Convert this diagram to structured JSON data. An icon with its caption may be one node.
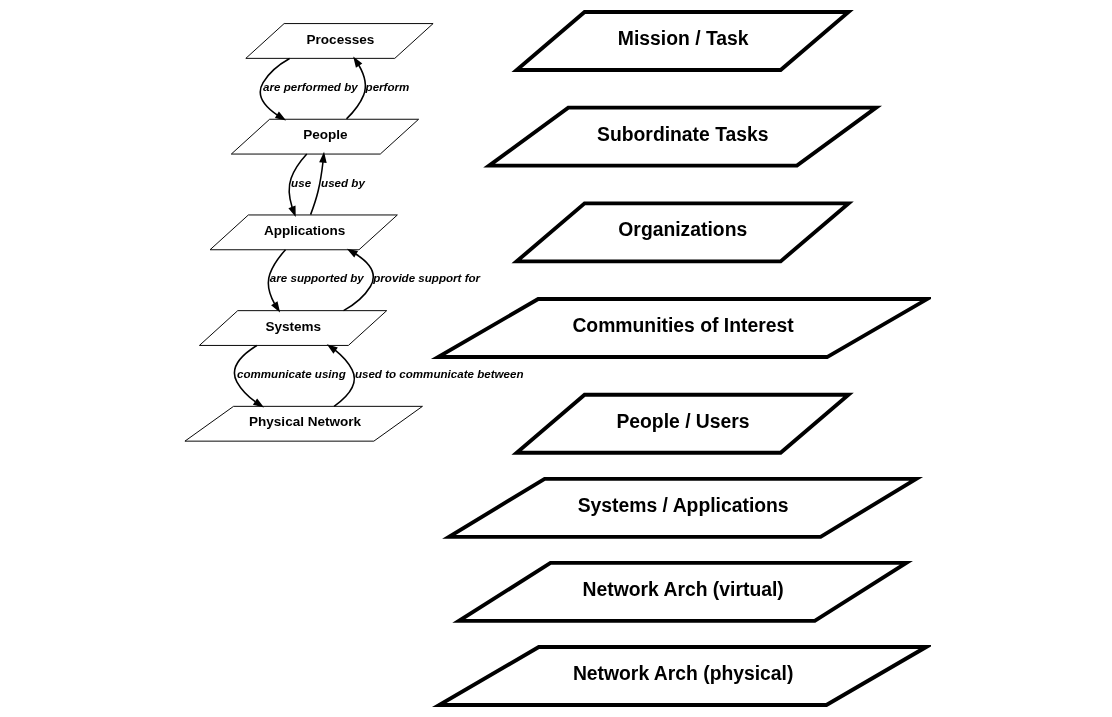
{
  "diagram": {
    "nodes": [
      {
        "text": [
          "Processes"
        ]
      },
      {
        "text": [
          "People"
        ]
      },
      {
        "text": [
          "Applications"
        ]
      },
      {
        "text": [
          "Systems"
        ]
      },
      {
        "text": [
          "Physical Network"
        ]
      },
      {
        "text": [
          "Mission / Task"
        ]
      },
      {
        "text": [
          "Subordinate Tasks"
        ]
      },
      {
        "text": [
          "Organizations"
        ]
      },
      {
        "text": [
          "Communities of Interest"
        ]
      },
      {
        "text": [
          "People / Users"
        ]
      },
      {
        "text": [
          "Systems / Applications"
        ]
      },
      {
        "text": [
          "Network Arch (virtual)"
        ]
      },
      {
        "text": [
          "Network Arch (physical)"
        ]
      }
    ],
    "edges": [
      {
        "from": 0,
        "to": 1,
        "arrow": "to",
        "label": "are performed by"
      },
      {
        "from": 1,
        "to": 0,
        "arrow": "to",
        "label": "perform"
      },
      {
        "from": 1,
        "to": 2,
        "arrow": "to",
        "label": "use"
      },
      {
        "from": 2,
        "to": 1,
        "arrow": "to",
        "label": "used by"
      },
      {
        "from": 2,
        "to": 3,
        "arrow": "to",
        "label": "are supported by"
      },
      {
        "from": 3,
        "to": 2,
        "arrow": "to",
        "label": "provide support for"
      },
      {
        "from": 3,
        "to": 4,
        "arrow": "to",
        "label": "communicate using"
      },
      {
        "from": 4,
        "to": 3,
        "arrow": "to",
        "label": "used to communicate between"
      }
    ]
  }
}
